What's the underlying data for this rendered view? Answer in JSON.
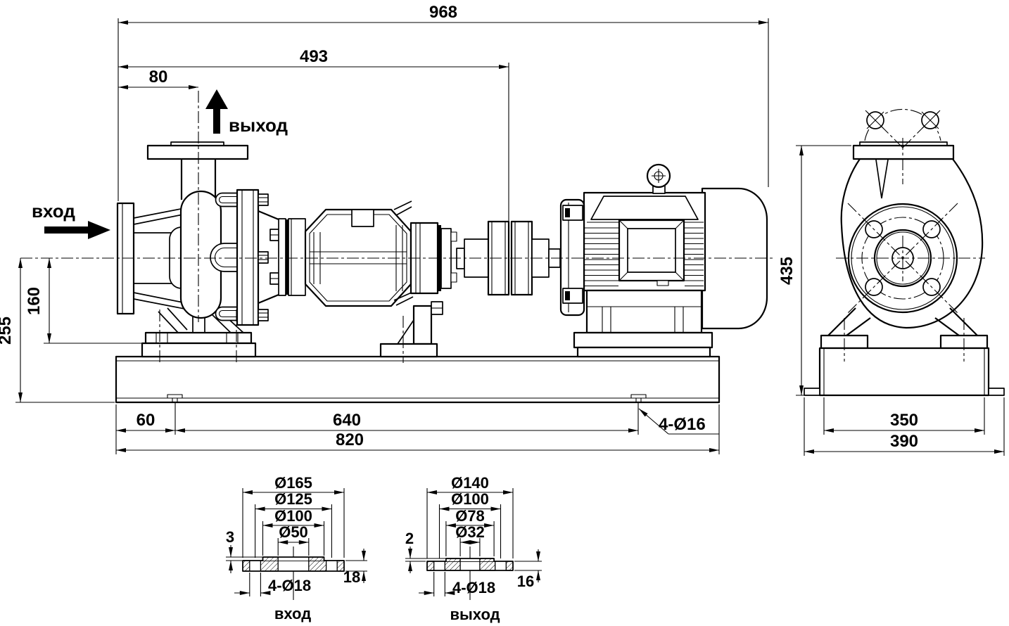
{
  "colors": {
    "ink": "#000000",
    "bg": "#ffffff"
  },
  "side_view": {
    "flow": {
      "inlet": "вход",
      "outlet": "выход"
    },
    "dims": {
      "overall": "968",
      "to_coupling": "493",
      "outlet_offset": "80",
      "axis_height": "160",
      "overall_height": "255",
      "slot_offset": "60",
      "slot_span": "640",
      "base_length": "820",
      "base_holes": "4-Ø16"
    }
  },
  "end_view": {
    "dims": {
      "height": "435",
      "base_inner": "350",
      "base_outer": "390"
    }
  },
  "inlet_flange": {
    "title": "вход",
    "dims": {
      "d_outer": "Ø165",
      "d_bolt_circle": "Ø125",
      "d_face": "Ø100",
      "d_bore": "Ø50",
      "face_height": "3",
      "thickness": "18",
      "holes": "4-Ø18"
    }
  },
  "outlet_flange": {
    "title": "выход",
    "dims": {
      "d_outer": "Ø140",
      "d_bolt_circle": "Ø100",
      "d_face": "Ø78",
      "d_bore": "Ø32",
      "face_height": "2",
      "thickness": "16",
      "holes": "4-Ø18"
    }
  }
}
